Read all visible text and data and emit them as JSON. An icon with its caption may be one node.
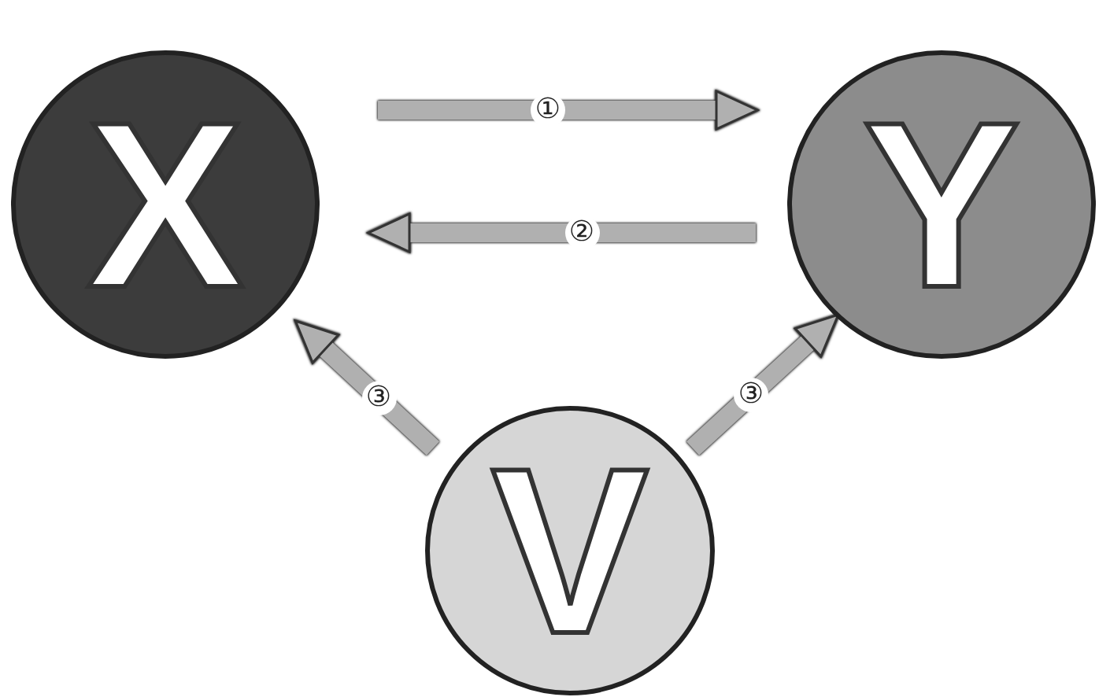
{
  "diagram": {
    "nodes": [
      {
        "text": [
          "X"
        ]
      },
      {
        "text": [
          "Y"
        ]
      },
      {
        "text": [
          "V"
        ]
      }
    ],
    "edges": [
      {
        "from": 0,
        "to": 1,
        "arrow": "to",
        "label": "①"
      },
      {
        "from": 1,
        "to": 0,
        "arrow": "to",
        "label": "②"
      },
      {
        "from": 2,
        "to": 0,
        "arrow": "to",
        "label": "③"
      },
      {
        "from": 2,
        "to": 1,
        "arrow": "to",
        "label": "③"
      }
    ]
  }
}
